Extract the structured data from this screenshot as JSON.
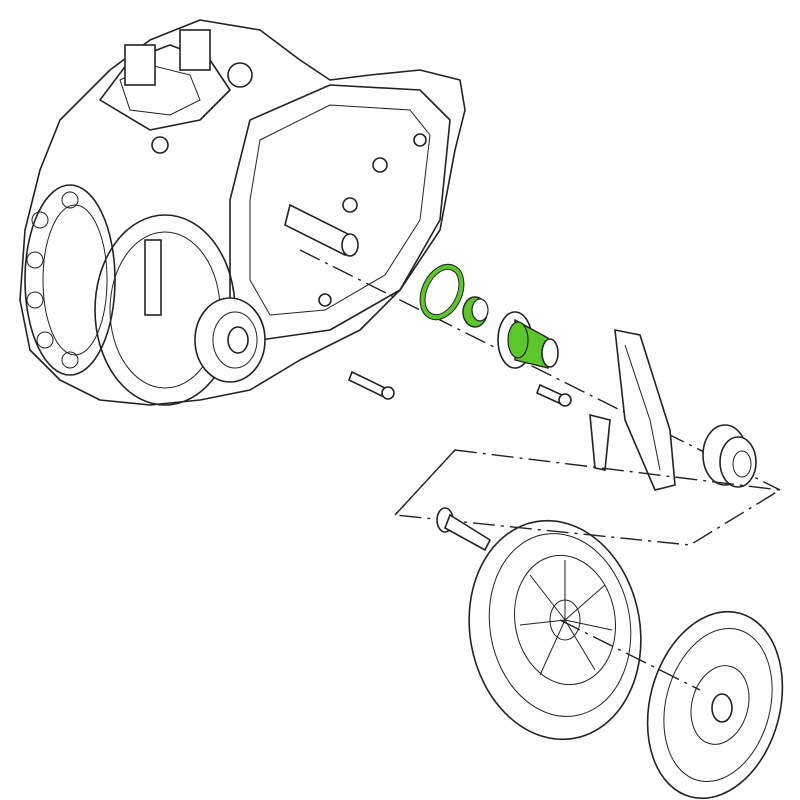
{
  "colors": {
    "background": "#ffffff",
    "line": "#222222",
    "highlight": "#5cc62a"
  },
  "highlighted_parts": [
    "circlip-ring",
    "seal-ring",
    "guide-sleeve"
  ]
}
